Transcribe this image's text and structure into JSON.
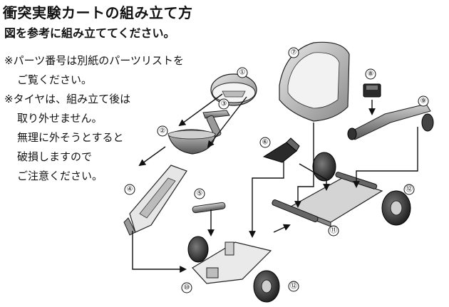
{
  "title": "衝突実験カートの組み立て方",
  "subtitle": "図を参考に組み立ててください。",
  "notes": [
    "※パーツ番号は別紙のパーツリストを",
    "ご覧ください。",
    "※タイヤは、組み立て後は",
    "取り外せません。",
    "無理に外そうとすると",
    "破損しますので",
    "ご注意ください。"
  ],
  "part_labels": [
    "①",
    "②",
    "③",
    "④",
    "⑤",
    "⑥",
    "⑦",
    "⑧",
    "⑨",
    "⑩",
    "⑪",
    "⑫",
    "⑫"
  ]
}
